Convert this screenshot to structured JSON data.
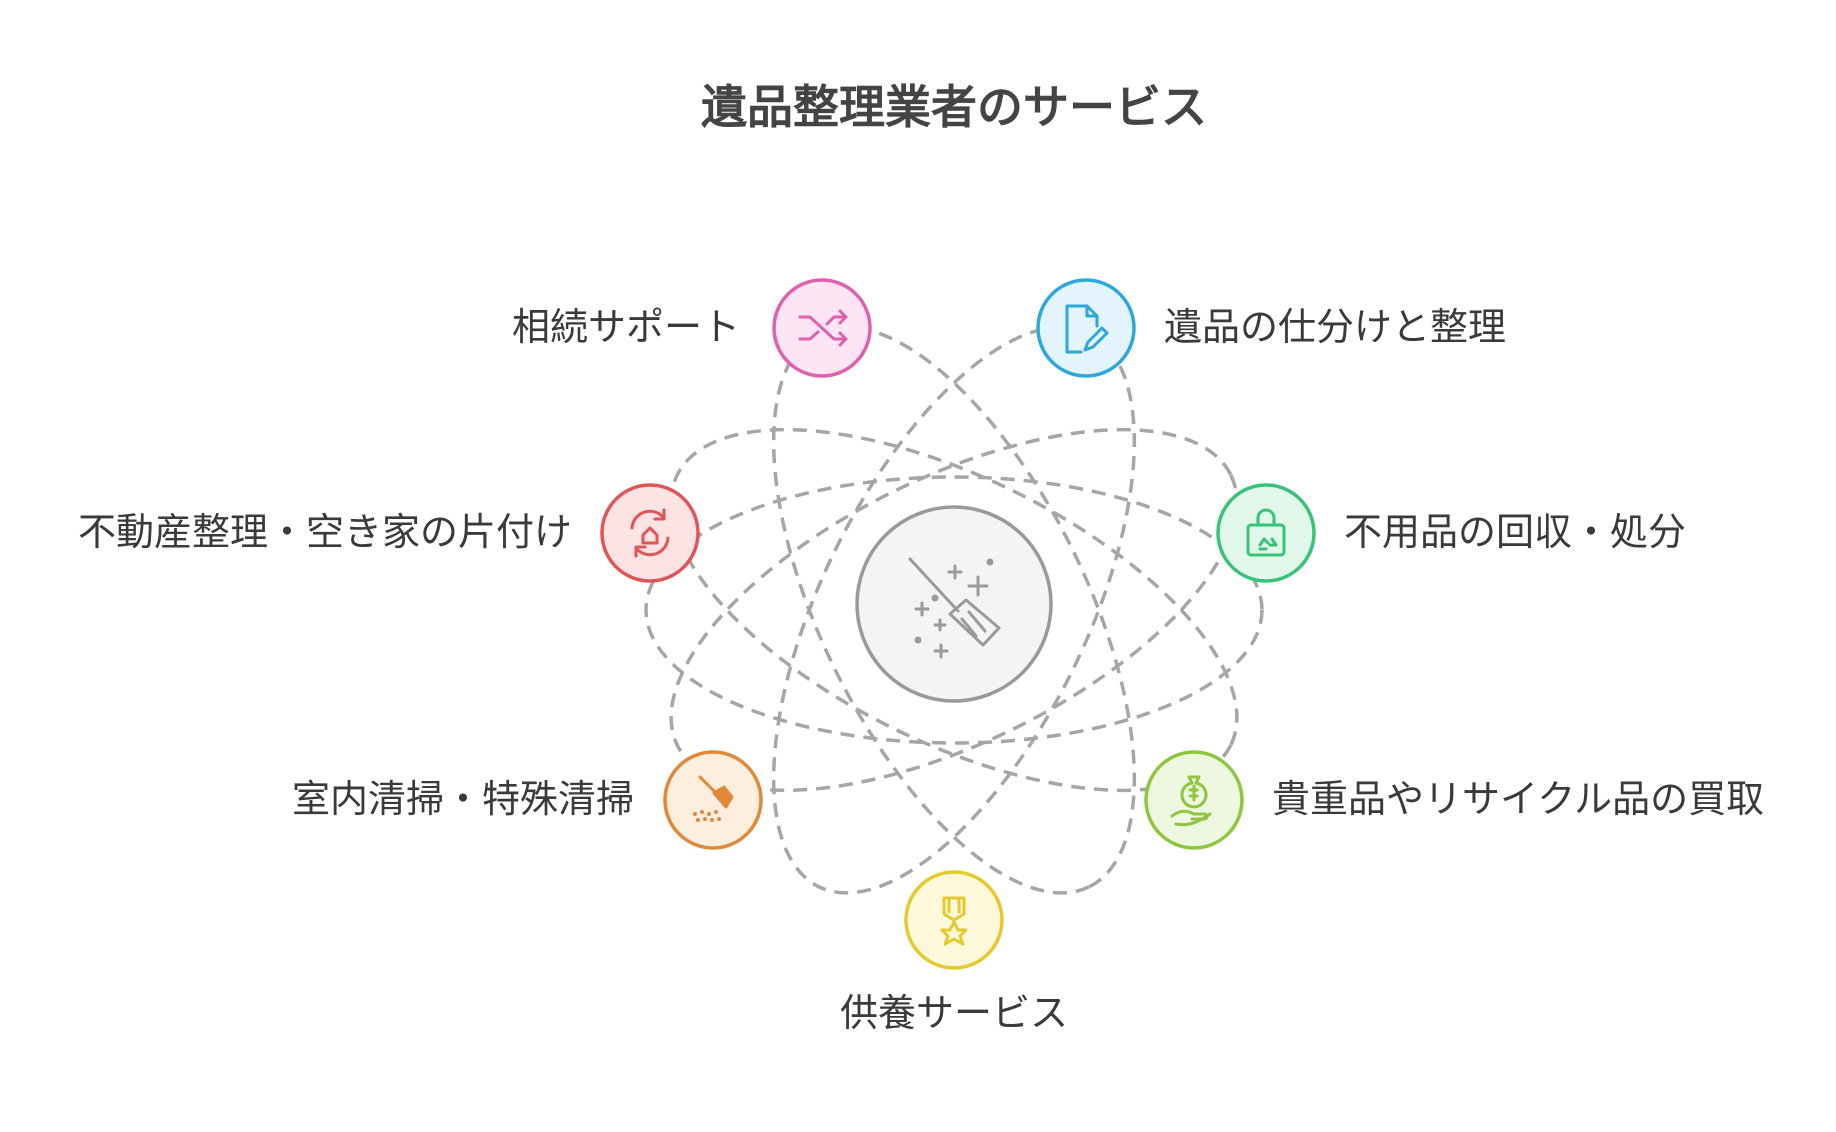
{
  "title": "遺品整理業者のサービス",
  "center": {
    "icon": "broom-sparkle-icon"
  },
  "services": [
    {
      "label": "相続サポート",
      "icon": "shuffle-arrows-icon",
      "stroke": "#e060b0",
      "fill": "#fde5f3"
    },
    {
      "label": "遺品の仕分けと整理",
      "icon": "document-edit-icon",
      "stroke": "#2ea8dc",
      "fill": "#e3f4fd"
    },
    {
      "label": "不用品の回収・処分",
      "icon": "recycle-bag-icon",
      "stroke": "#39c27a",
      "fill": "#e0f7ea"
    },
    {
      "label": "貴重品やリサイクル品の買取",
      "icon": "money-bag-hand-icon",
      "stroke": "#8ec63f",
      "fill": "#eef7df"
    },
    {
      "label": "供養サービス",
      "icon": "medal-icon",
      "stroke": "#e6c92f",
      "fill": "#fdf8d9"
    },
    {
      "label": "室内清掃・特殊清掃",
      "icon": "sweeping-broom-icon",
      "stroke": "#e2883a",
      "fill": "#fdeedd"
    },
    {
      "label": "不動産整理・空き家の片付け",
      "icon": "house-refresh-icon",
      "stroke": "#e05656",
      "fill": "#fde3e3"
    }
  ]
}
